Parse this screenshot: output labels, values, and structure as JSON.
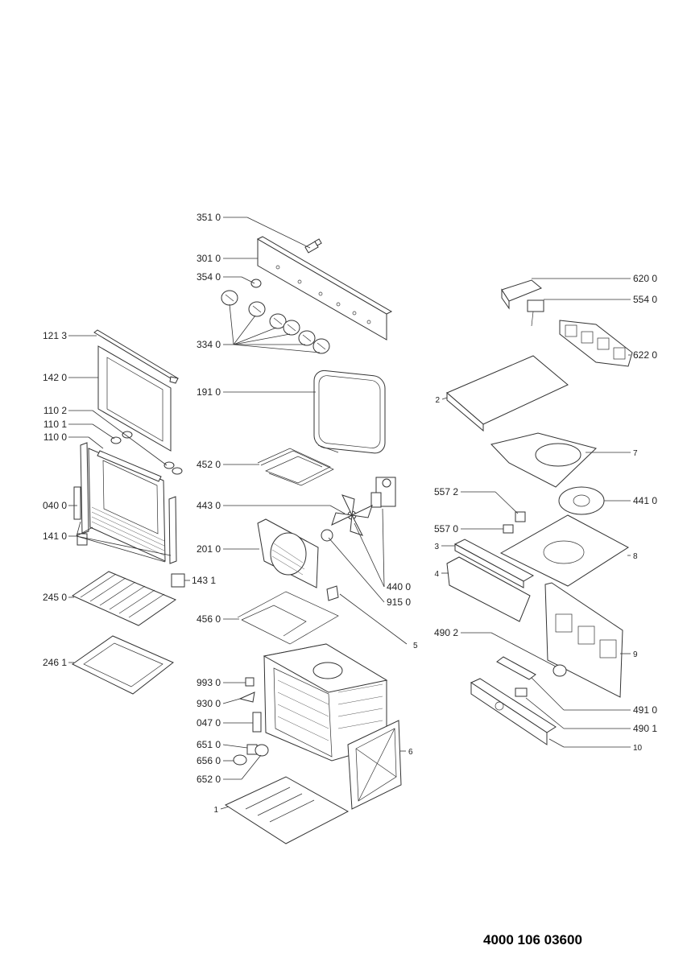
{
  "document_number": "4000 106 03600",
  "labels": {
    "l3510": "351 0",
    "l3010": "301 0",
    "l3540": "354 0",
    "l3340": "334 0",
    "l1213": "121 3",
    "l1420": "142 0",
    "l1910": "191 0",
    "l1102": "110 2",
    "l1101": "110 1",
    "l1100": "110 0",
    "l4520": "452 0",
    "l0400": "040 0",
    "l4430": "443 0",
    "l1410": "141 0",
    "l2010": "201 0",
    "l1431": "143 1",
    "l2450": "245 0",
    "l4560": "456 0",
    "l2461": "246 1",
    "l9930": "993 0",
    "l9300": "930 0",
    "l0470": "047 0",
    "l6510": "651 0",
    "l6560": "656 0",
    "l6520": "652 0",
    "l6200": "620 0",
    "l5540": "554 0",
    "l6220": "622 0",
    "l2": "2",
    "l7": "7",
    "l5572": "557 2",
    "l4410": "441 0",
    "l5570": "557 0",
    "l3": "3",
    "l8": "8",
    "l4": "4",
    "l4400": "440 0",
    "l9150": "915 0",
    "l5": "5",
    "l4902": "490 2",
    "l9": "9",
    "l4910": "491 0",
    "l4901": "490 1",
    "l10": "10",
    "l6": "6",
    "l1": "1"
  }
}
